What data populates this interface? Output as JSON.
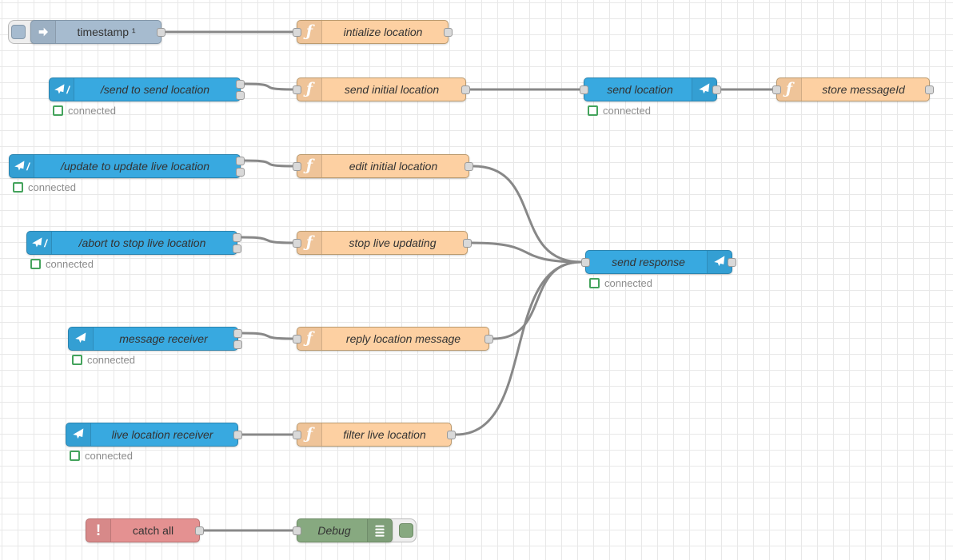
{
  "app_title": "Node-RED flow editor canvas",
  "flow": {
    "status_label": "connected",
    "colors": {
      "canvas_bg": "#ffffff",
      "grid_line": "#e8e8e8",
      "inject": "#a6bbcf",
      "function": "#fdd0a2",
      "telegram": "#38a9e0",
      "catch": "#e49191",
      "debug": "#87a980",
      "wire": "#888888",
      "status_ok": "#44a35c",
      "status_text": "#8c8c8c"
    },
    "icons": {
      "function_glyph": "ƒ",
      "catch_glyph": "!",
      "command_slash": "/"
    },
    "nodes": {
      "timestamp": {
        "label": "timestamp ¹",
        "type": "inject"
      },
      "initialize_location": {
        "label": "intialize location",
        "type": "function"
      },
      "send_command": {
        "label": "/send to send location",
        "type": "telegram command",
        "status": "connected"
      },
      "send_initial_location": {
        "label": "send initial location",
        "type": "function"
      },
      "send_location": {
        "label": "send location",
        "type": "telegram sender",
        "status": "connected"
      },
      "store_message_id": {
        "label": "store messageId",
        "type": "function"
      },
      "update_command": {
        "label": "/update to update live location",
        "type": "telegram command",
        "status": "connected"
      },
      "edit_initial_location": {
        "label": "edit initial location",
        "type": "function"
      },
      "abort_command": {
        "label": "/abort to stop live location",
        "type": "telegram command",
        "status": "connected"
      },
      "stop_live_updating": {
        "label": "stop live updating",
        "type": "function"
      },
      "send_response": {
        "label": "send response",
        "type": "telegram sender",
        "status": "connected"
      },
      "message_receiver": {
        "label": "message receiver",
        "type": "telegram receiver",
        "status": "connected"
      },
      "reply_location_message": {
        "label": "reply location message",
        "type": "function"
      },
      "live_location_receiver": {
        "label": "live location receiver",
        "type": "telegram receiver",
        "status": "connected"
      },
      "filter_live_location": {
        "label": "filter live location",
        "type": "function"
      },
      "catch_all": {
        "label": "catch all",
        "type": "catch"
      },
      "debug": {
        "label": "Debug",
        "type": "debug"
      }
    },
    "wires": [
      [
        208,
        40,
        366,
        40
      ],
      [
        306,
        105,
        366,
        112
      ],
      [
        588,
        112,
        725,
        112
      ],
      [
        902,
        112,
        966,
        112
      ],
      [
        306,
        201,
        366,
        208
      ],
      [
        592,
        208,
        727,
        328
      ],
      [
        302,
        297,
        366,
        304
      ],
      [
        590,
        304,
        727,
        328
      ],
      [
        303,
        417,
        366,
        424
      ],
      [
        617,
        424,
        727,
        328
      ],
      [
        303,
        544,
        366,
        544
      ],
      [
        570,
        544,
        727,
        328
      ],
      [
        255,
        664,
        366,
        664
      ]
    ]
  }
}
